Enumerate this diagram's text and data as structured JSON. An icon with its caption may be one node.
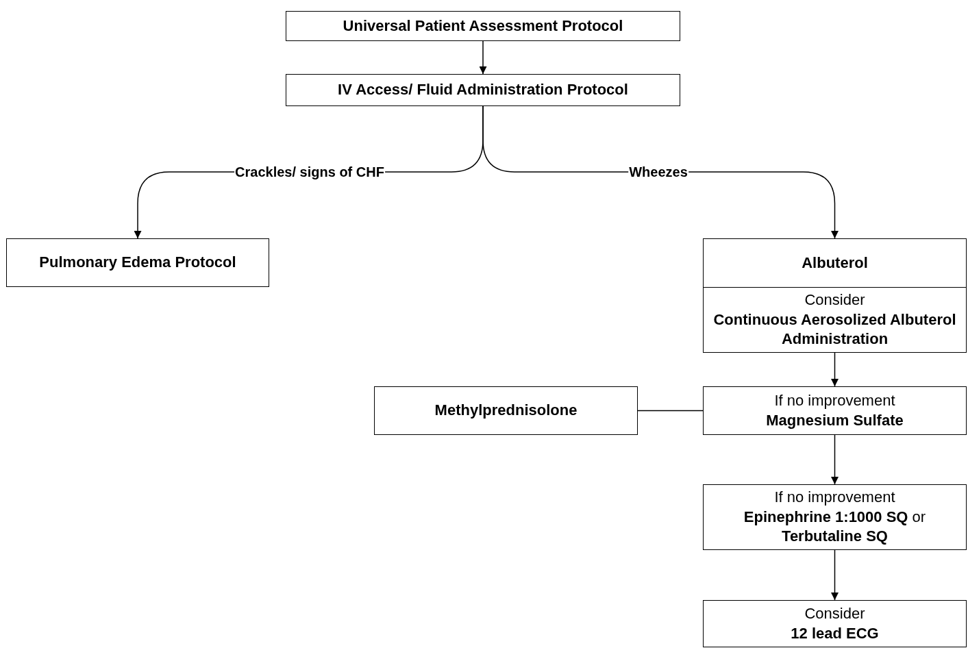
{
  "diagram": {
    "nodes": [
      {
        "text": [
          "Universal Patient Assessment Protocol"
        ]
      },
      {
        "text": [
          "IV Access/ Fluid Administration Protocol"
        ]
      },
      {
        "text": [
          "Pulmonary Edema Protocol"
        ]
      },
      {
        "text": [
          "Albuterol",
          "Consider",
          "Continuous Aerosolized Albuterol Administration"
        ]
      },
      {
        "text": [
          "Methylprednisolone"
        ]
      },
      {
        "text": [
          "If no improvement",
          "Magnesium Sulfate"
        ]
      },
      {
        "text": [
          "If no improvement",
          "**Epinephrine 1:1000 SQ** or **Terbutaline SQ**"
        ]
      },
      {
        "text": [
          "Consider",
          "12 lead ECG"
        ]
      }
    ],
    "edges": [
      {
        "from": 0,
        "to": 1,
        "arrow": "to"
      },
      {
        "from": 1,
        "to": 2,
        "arrow": "to",
        "label": "Crackles/ signs of CHF"
      },
      {
        "from": 1,
        "to": 3,
        "arrow": "to",
        "label": "Wheezes"
      },
      {
        "from": 3,
        "to": 5,
        "arrow": "to"
      },
      {
        "from": 5,
        "to": 4,
        "arrow": "none"
      },
      {
        "from": 5,
        "to": 6,
        "arrow": "to"
      },
      {
        "from": 6,
        "to": 7,
        "arrow": "to"
      }
    ]
  }
}
